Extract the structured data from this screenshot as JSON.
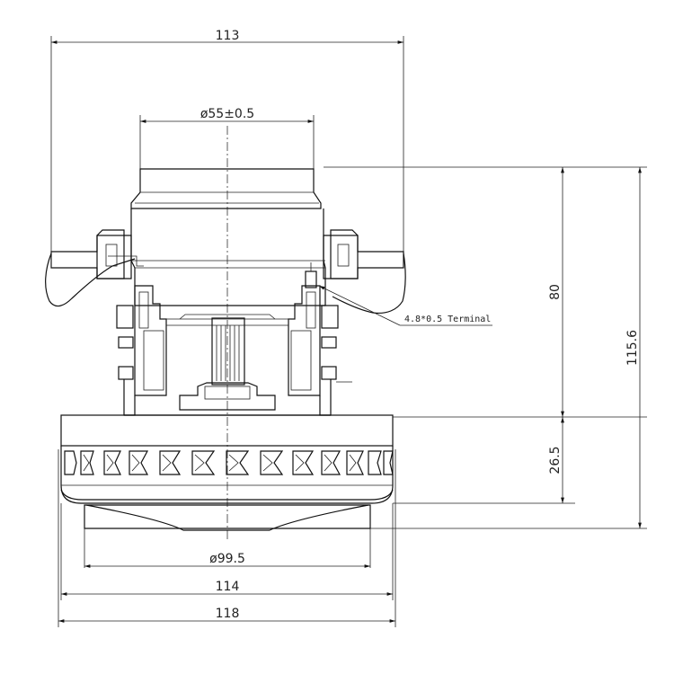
{
  "dimensions": {
    "top_width": "113",
    "shaft_diameter": "ø55±0.5",
    "terminal_note": "4.8*0.5 Terminal",
    "upper_height": "80",
    "total_height": "115.6",
    "fan_height": "26.5",
    "outlet_diameter": "ø99.5",
    "fan_width": "114",
    "overall_width": "118"
  }
}
